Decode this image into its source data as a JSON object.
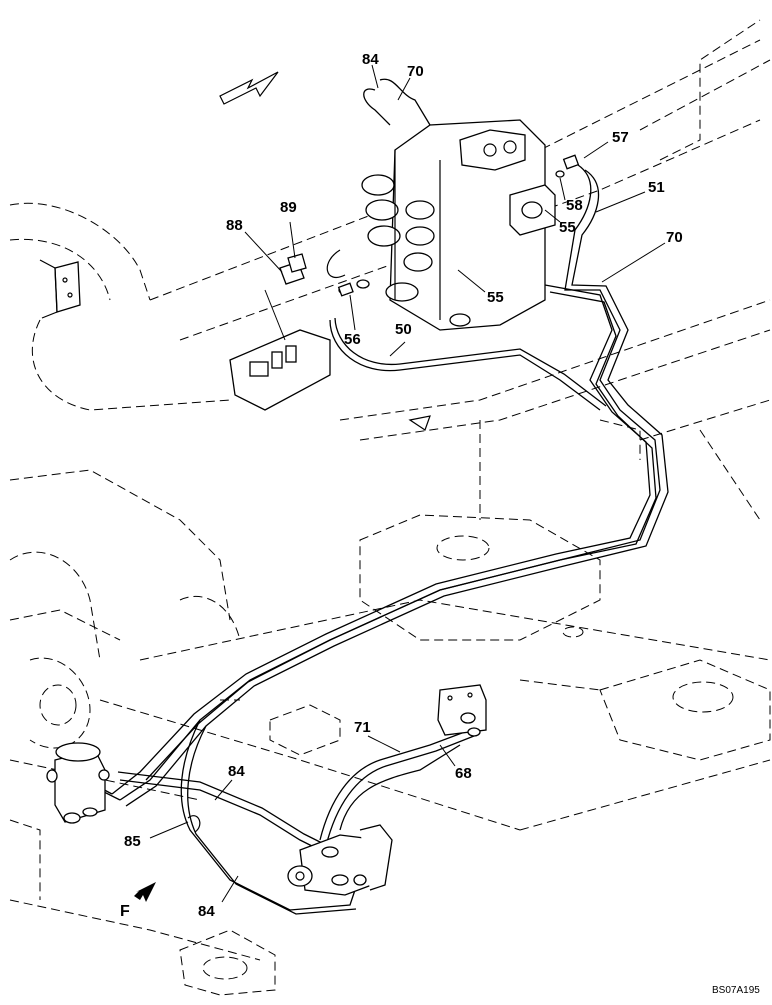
{
  "diagram": {
    "ref_code": "BS07A195",
    "direction_label": "F",
    "labels": {
      "p84_top": "84",
      "p70_top": "70",
      "p57": "57",
      "p58": "58",
      "p51": "51",
      "p55_right": "55",
      "p70_right": "70",
      "p89": "89",
      "p88": "88",
      "p55_lower": "55",
      "p56": "56",
      "p50": "50",
      "p71": "71",
      "p68": "68",
      "p84_mid": "84",
      "p85": "85",
      "p84_bottom": "84"
    }
  }
}
